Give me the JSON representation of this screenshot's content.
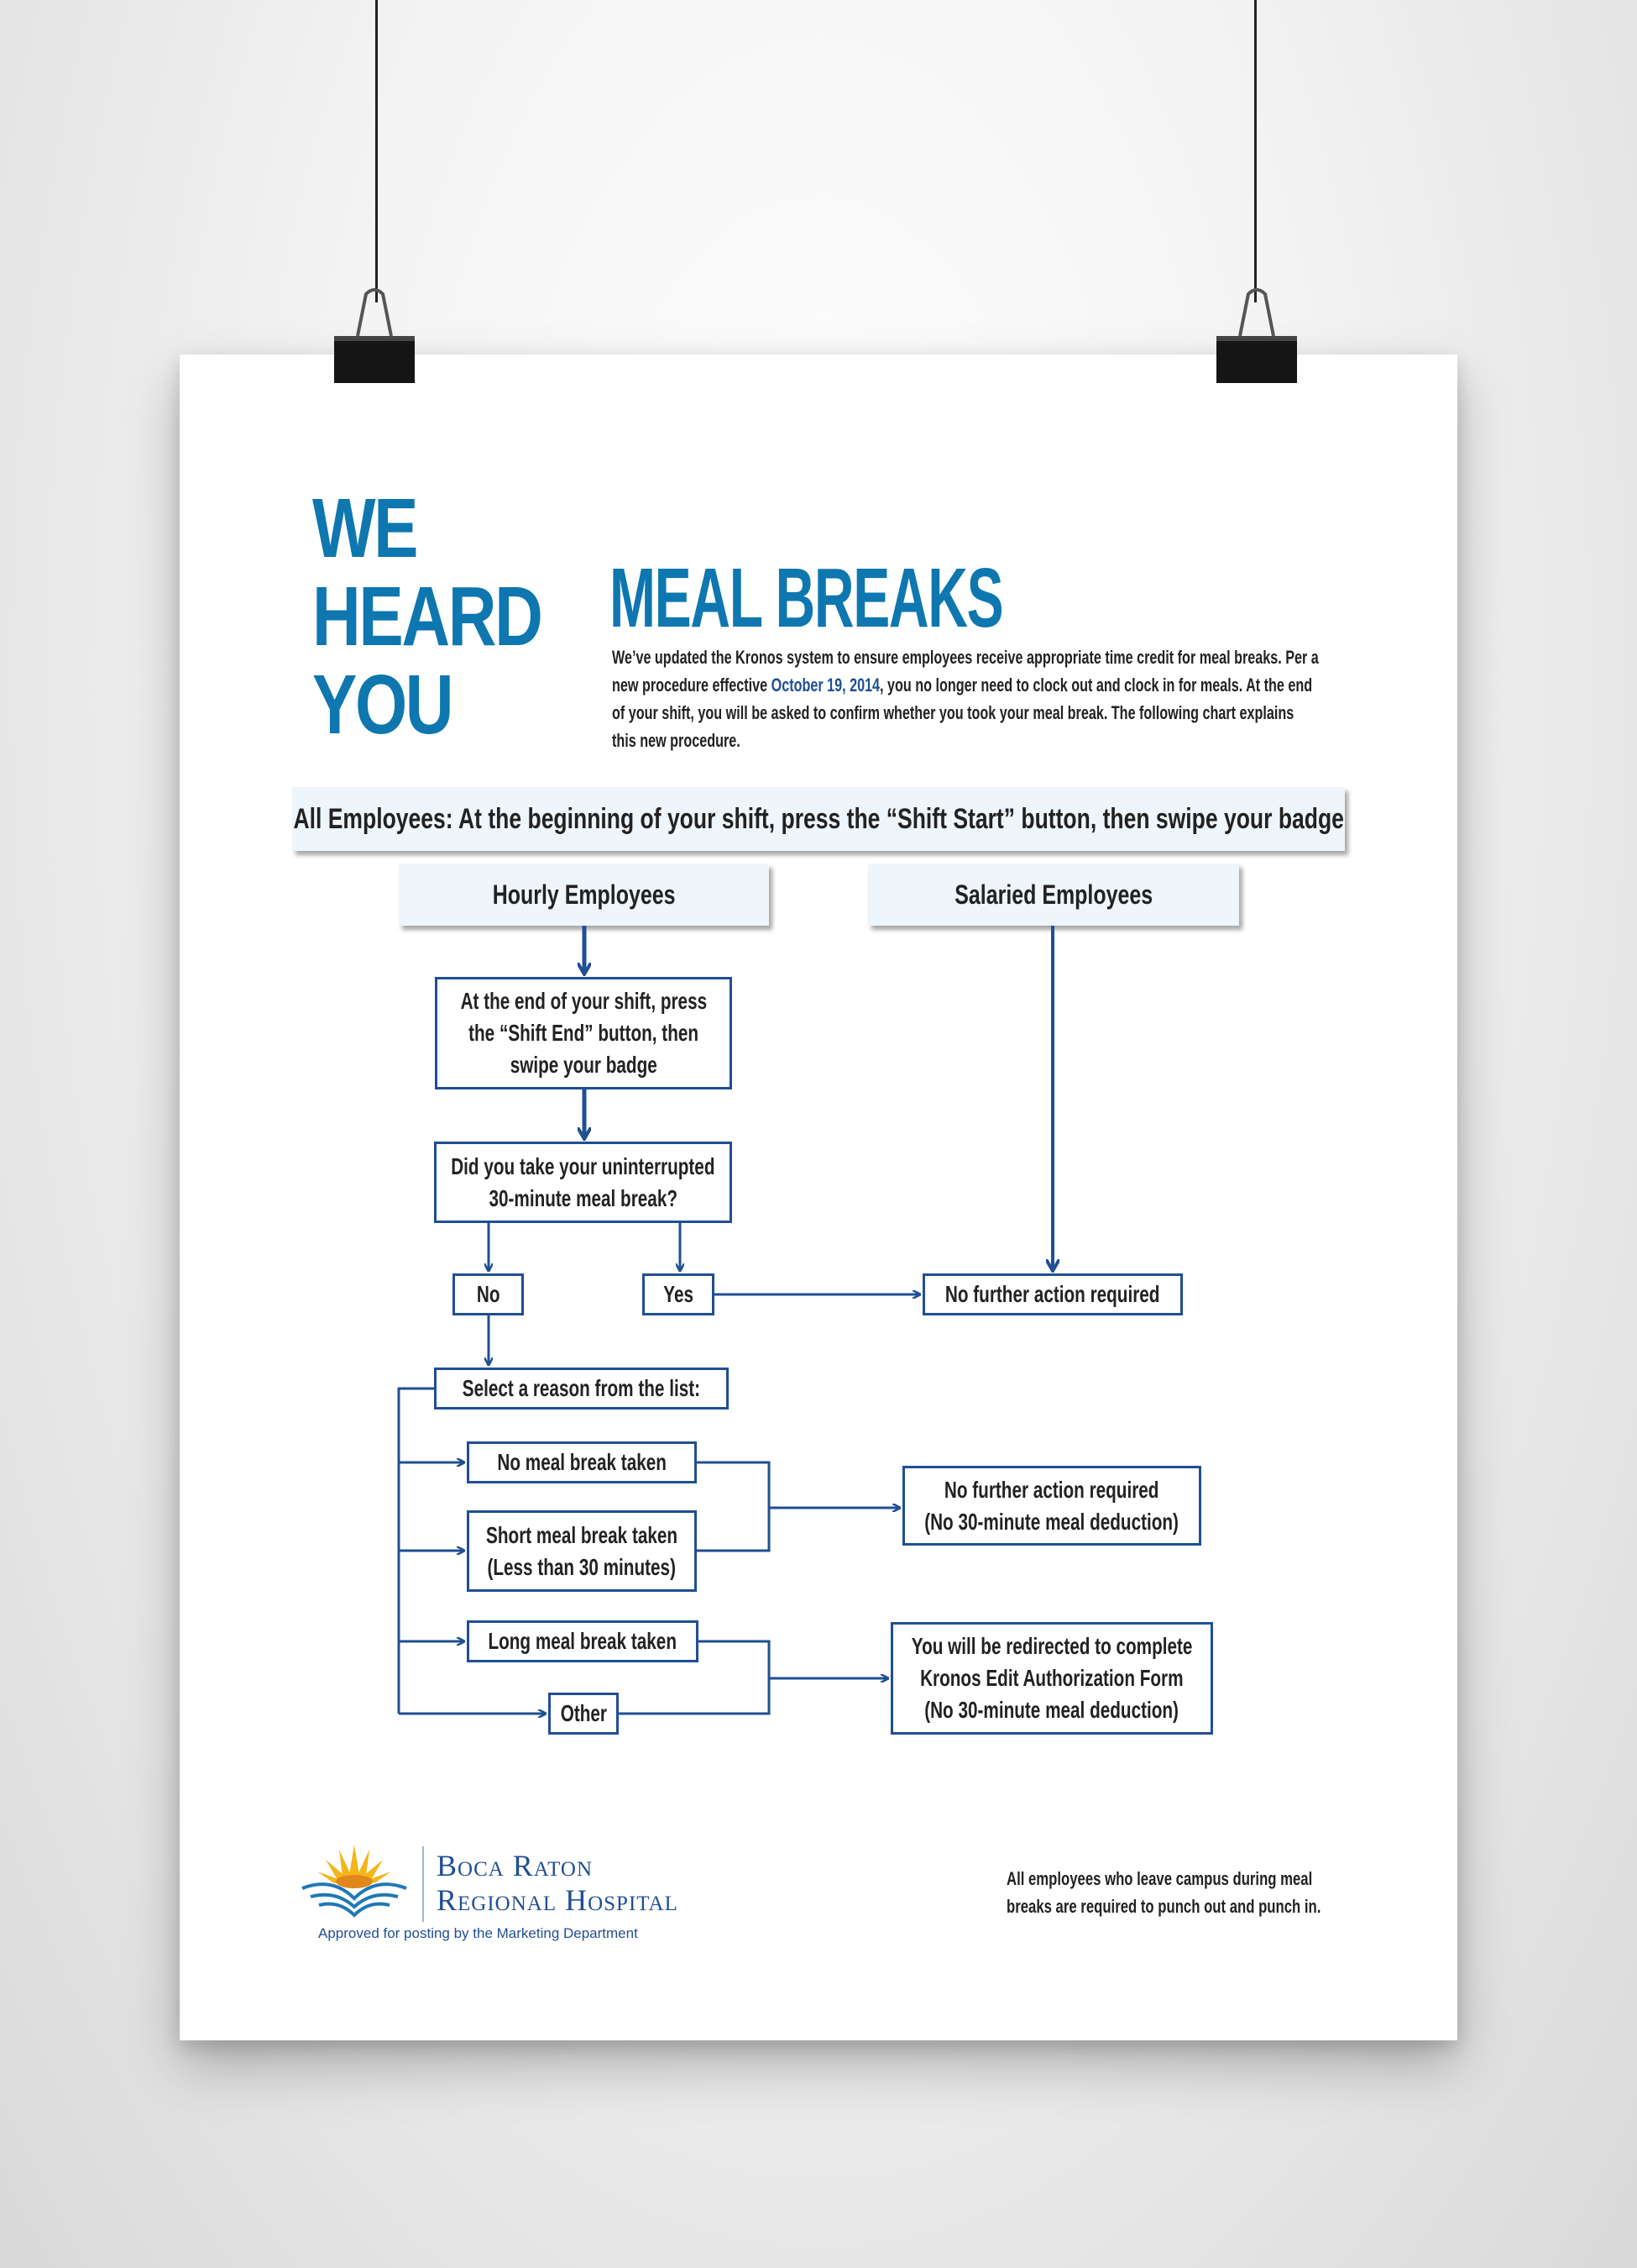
{
  "hero": {
    "line1": "WE",
    "line2": "HEARD",
    "line3": "YOU"
  },
  "title": "MEAL BREAKS",
  "intro": {
    "part1": "We’ve updated the Kronos system to ensure employees receive appropriate time credit for meal breaks. Per a new procedure effective ",
    "date": "October 19, 2014",
    "part2": ", you no longer need to clock out and clock in for meals. At the end of your shift, you will be asked to confirm whether you took your meal break. The following chart explains this new procedure."
  },
  "banner": "All Employees: At the beginning of your shift, press the “Shift Start” button, then swipe your badge",
  "columns": {
    "hourly": "Hourly Employees",
    "salaried": "Salaried Employees"
  },
  "flow": {
    "shift_end": [
      "At the end of your shift, press",
      "the “Shift End” button, then",
      "swipe your badge"
    ],
    "question": [
      "Did you take your uninterrupted",
      "30-minute meal break?"
    ],
    "no": "No",
    "yes": "Yes",
    "no_action": "No further action required",
    "select_reason": "Select a reason from the list:",
    "reasons": {
      "no_meal": "No meal break taken",
      "short": [
        "Short meal break taken",
        "(Less than 30 minutes)"
      ],
      "long": "Long meal break taken",
      "other": "Other"
    },
    "no_action_deduction": [
      "No further action required",
      "(No 30-minute meal deduction)"
    ],
    "redirect": [
      "You will be redirected to complete",
      "Kronos Edit Authorization Form",
      "(No 30-minute meal deduction)"
    ]
  },
  "footer": {
    "logo_line1": "Boca Raton",
    "logo_line2": "Regional Hospital",
    "approved": "Approved for posting by the Marketing Department",
    "note": "All employees who leave campus during meal breaks are required to punch out and punch in."
  },
  "colors": {
    "brand_blue": "#0e77b0",
    "line_blue": "#1f4f94",
    "header_bg": "#eef5fb"
  }
}
